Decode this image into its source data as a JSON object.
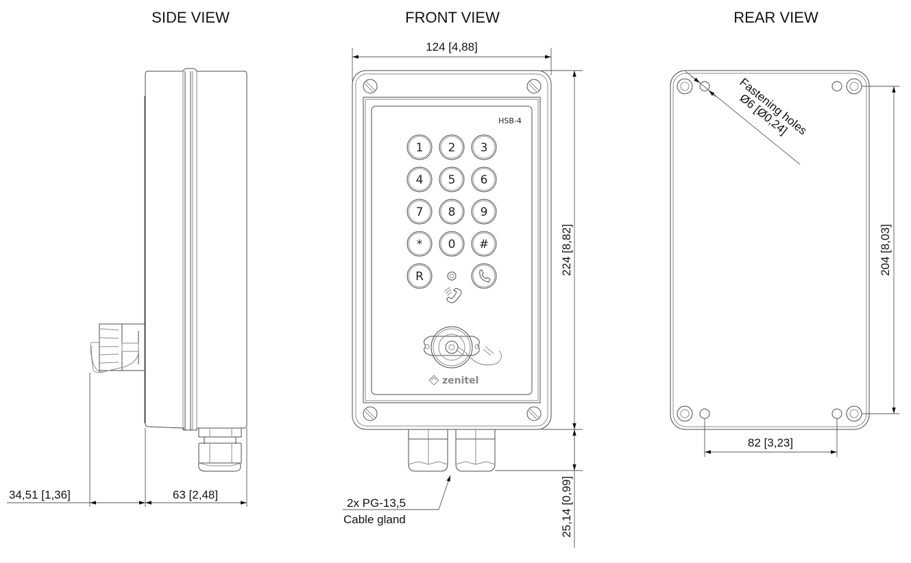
{
  "views": {
    "side": {
      "title": "SIDE VIEW"
    },
    "front": {
      "title": "FRONT VIEW"
    },
    "rear": {
      "title": "REAR VIEW"
    }
  },
  "device": {
    "model": "HSB-4",
    "brand": "zenitel",
    "keypad": [
      "1",
      "2",
      "3",
      "4",
      "5",
      "6",
      "7",
      "8",
      "9",
      "*",
      "0",
      "#",
      "R",
      "led",
      "call"
    ]
  },
  "dimensions": {
    "side_cable_offset": "34,51 [1,36]",
    "side_depth": "63 [2,48]",
    "front_width": "124 [4,88]",
    "front_height": "224 [8,82]",
    "gland_length": "25,14 [0,99]",
    "rear_hole_vertical": "204 [8,03]",
    "rear_hole_horizontal": "82 [3,23]"
  },
  "annotations": {
    "gland_line1": "2x PG-13,5",
    "gland_line2": "Cable gland",
    "holes_line1": "Fastening holes",
    "holes_line2": "Ø6 [Ø0,24]"
  }
}
